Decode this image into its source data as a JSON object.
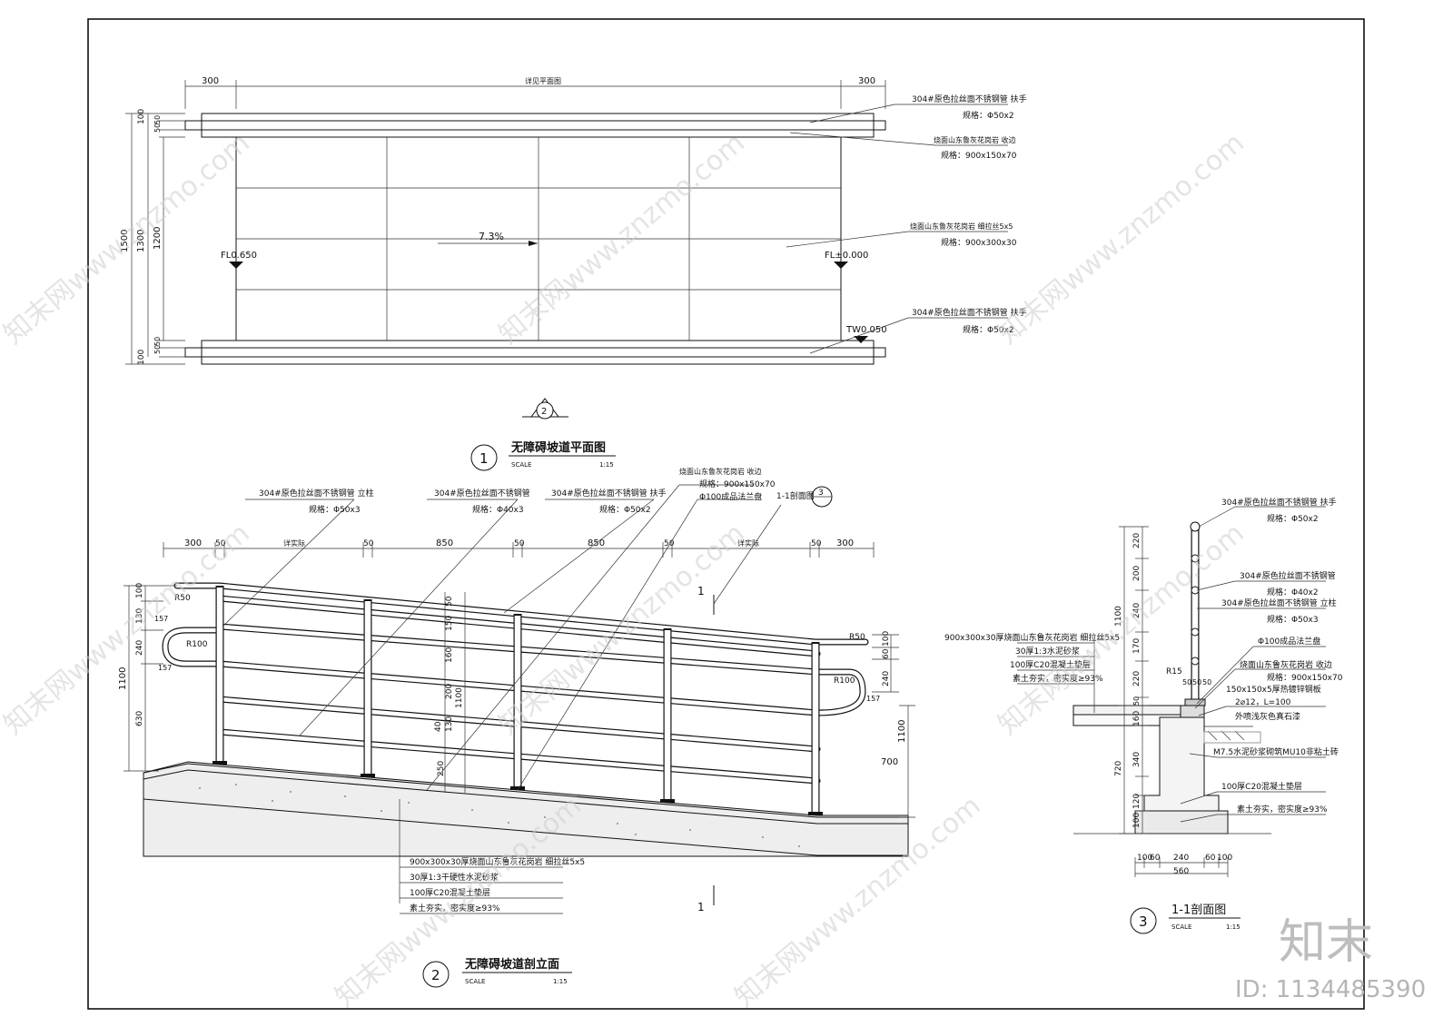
{
  "plan": {
    "dims_top": {
      "left": "300",
      "center": "详见平面图",
      "right": "300"
    },
    "dims_left_outer": "1500",
    "dims_left_mid": "1300",
    "dims_left_inner": "1200",
    "dims_left_small_top": [
      "100",
      "50",
      "50"
    ],
    "dims_left_small_bottom": [
      "100",
      "50",
      "50"
    ],
    "slope": "7.3%",
    "fl_left": "FL0.650",
    "fl_right": "FL±0.000",
    "tw": "TW0.050",
    "notes": [
      {
        "name": "304#原色拉丝面不锈钢管 扶手",
        "spec": "规格：Φ50x2"
      },
      {
        "name": "烧面山东鲁灰花岗岩 收边",
        "spec": "规格：900x150x70"
      },
      {
        "name": "烧面山东鲁灰花岗岩 细拉丝5x5",
        "spec": "规格：900x300x30"
      },
      {
        "name": "304#原色拉丝面不锈钢管 扶手",
        "spec": "规格：Φ50x2"
      }
    ],
    "section_marker": "2",
    "title_num": "1",
    "title": "无障碍坡道平面图",
    "scale_label": "SCALE",
    "scale": "1:15"
  },
  "elevation": {
    "dims_top": [
      "300",
      "50",
      "详实际",
      "50",
      "850",
      "50",
      "850",
      "50",
      "详实际",
      "50",
      "300"
    ],
    "dims_left": [
      "100",
      "130",
      "240",
      "630",
      "1100"
    ],
    "dims_left_misc": [
      "R50",
      "R100",
      "157",
      "157"
    ],
    "dims_right": [
      "R50",
      "100",
      "60",
      "240",
      "R100",
      "157",
      "1100",
      "700"
    ],
    "dims_center": [
      "50",
      "150",
      "160",
      "200",
      "130",
      "40",
      "250",
      "1100"
    ],
    "notes_top": [
      {
        "name": "304#原色拉丝面不锈钢管 立柱",
        "spec": "规格：Φ50x3"
      },
      {
        "name": "304#原色拉丝面不锈钢管",
        "spec": "规格：Φ40x3"
      },
      {
        "name": "304#原色拉丝面不锈钢管 扶手",
        "spec": "规格：Φ50x2"
      },
      {
        "name": "烧面山东鲁灰花岗岩 收边",
        "spec": "规格：900x150x70"
      },
      {
        "name": "Φ100成品法兰盘",
        "spec": ""
      }
    ],
    "cut_label": "1-1剖面图",
    "cut_marker": "3",
    "cut_num": "1",
    "notes_bottom": [
      "900x300x30厚烧面山东鲁灰花岗岩 细拉丝5x5",
      "30厚1:3干硬性水泥砂浆",
      "100厚C20混凝土垫层",
      "素土夯实，密实度≥93%"
    ],
    "title_num": "2",
    "title": "无障碍坡道剖立面",
    "scale_label": "SCALE",
    "scale": "1:15"
  },
  "section": {
    "dims_left": [
      "220",
      "200",
      "240",
      "170",
      "220",
      "50",
      "160",
      "340",
      "720",
      "120",
      "100",
      "1100"
    ],
    "dims_bottom": [
      "100",
      "60",
      "240",
      "60",
      "100"
    ],
    "dims_bottom_total": "560",
    "dims_misc": [
      "R15",
      "50",
      "50",
      "50"
    ],
    "notes_right": [
      {
        "name": "304#原色拉丝面不锈钢管 扶手",
        "spec": "规格：Φ50x2"
      },
      {
        "name": "304#原色拉丝面不锈钢管",
        "spec": "规格：Φ40x2"
      },
      {
        "name": "304#原色拉丝面不锈钢管 立柱",
        "spec": "规格：Φ50x3"
      },
      {
        "name": "Φ100成品法兰盘",
        "spec": ""
      },
      {
        "name": "烧面山东鲁灰花岗岩 收边",
        "spec": "规格：900x150x70"
      },
      {
        "name": "150x150x5厚热镀锌钢板",
        "spec": ""
      },
      {
        "name": "2⌀12，L=100",
        "spec": ""
      },
      {
        "name": "外喷浅灰色真石漆",
        "spec": ""
      },
      {
        "name": "M7.5水泥砂浆砌筑MU10非粘土砖",
        "spec": ""
      },
      {
        "name": "100厚C20混凝土垫层",
        "spec": ""
      },
      {
        "name": "素土夯实，密实度≥93%",
        "spec": ""
      }
    ],
    "notes_left": [
      "900x300x30厚烧面山东鲁灰花岗岩 细拉丝5x5",
      "30厚1:3水泥砂浆",
      "100厚C20混凝土垫层",
      "素土夯实，密实度≥93%"
    ],
    "title_num": "3",
    "title": "1-1剖面图",
    "scale_label": "SCALE",
    "scale": "1:15"
  },
  "watermark": {
    "text": "知末网www.znzmo.com",
    "brand": "知末",
    "id": "ID: 1134485390"
  }
}
